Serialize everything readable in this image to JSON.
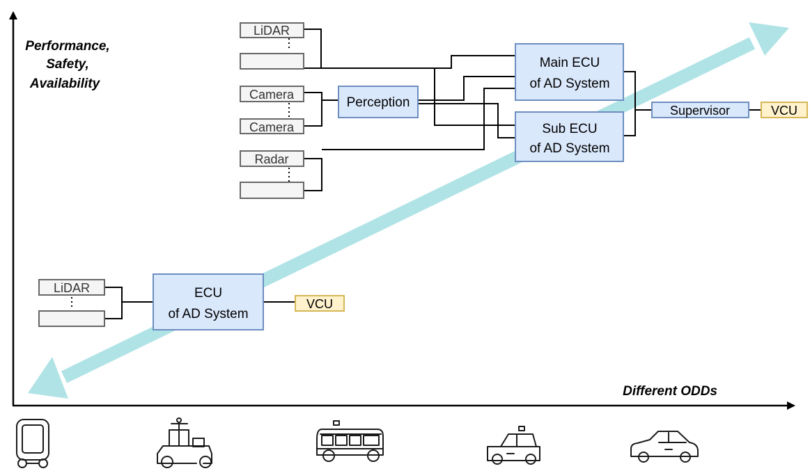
{
  "axes": {
    "y_label_lines": [
      "Performance,",
      "Safety,",
      "Availability"
    ],
    "x_label": "Different ODDs"
  },
  "colors": {
    "ecu_fill": "#dae8fc",
    "ecu_stroke": "#6c8ebf",
    "sensor_fill": "#f5f5f5",
    "sensor_stroke": "#666666",
    "vcu_fill": "#fff2cc",
    "vcu_stroke": "#d6b656",
    "trend_arrow": "#b0e3e6"
  },
  "simple_system": {
    "sensor_top": "LiDAR",
    "sensor_bottom": "",
    "ecu_lines": [
      "ECU",
      "of AD System"
    ],
    "vcu": "VCU"
  },
  "redundant_system": {
    "lidar_top": "LiDAR",
    "lidar_bottom": "",
    "camera_top": "Camera",
    "camera_bottom": "Camera",
    "radar_top": "Radar",
    "radar_bottom": "",
    "perception": "Perception",
    "main_ecu_lines": [
      "Main ECU",
      "of AD System"
    ],
    "sub_ecu_lines": [
      "Sub ECU",
      "of AD System"
    ],
    "supervisor": "Supervisor",
    "vcu": "VCU"
  },
  "vehicle_icons": [
    "delivery-robot-icon",
    "utility-vehicle-icon",
    "bus-icon",
    "taxi-icon",
    "car-icon"
  ]
}
